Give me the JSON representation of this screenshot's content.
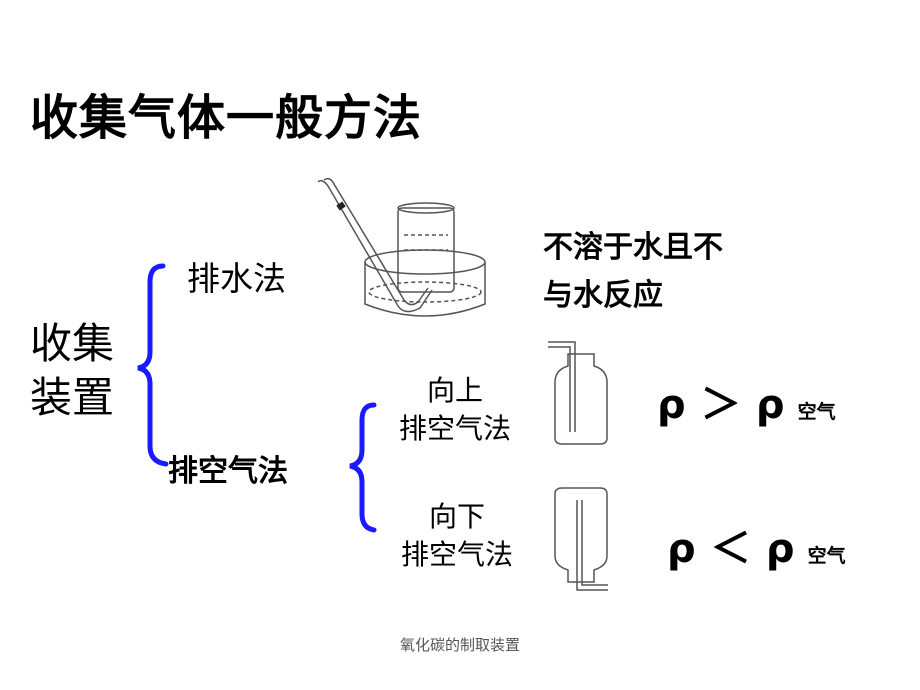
{
  "slide": {
    "title": "收集气体一般方法",
    "device_label_line1": "收集",
    "device_label_line2": "装置",
    "water_method": "排水法",
    "air_method": "排空气法",
    "upward_line1": "向上",
    "upward_line2": "排空气法",
    "downward_line1": "向下",
    "downward_line2": "排空气法",
    "water_condition_line1": "不溶于水且不",
    "water_condition_line2": "与水反应",
    "upward_condition": {
      "left": "ρ",
      "op": "＞",
      "right": "ρ",
      "sub": "空气"
    },
    "downward_condition": {
      "left": "ρ",
      "op": "＜",
      "right": "ρ",
      "sub": "空气"
    },
    "footer": "氧化碳的制取装置"
  },
  "colors": {
    "brace": "#1a1aff",
    "text": "#000000",
    "sketch": "#555555"
  },
  "icons": [
    "water-trough-apparatus-icon",
    "upward-air-bottle-icon",
    "downward-air-bottle-icon"
  ]
}
